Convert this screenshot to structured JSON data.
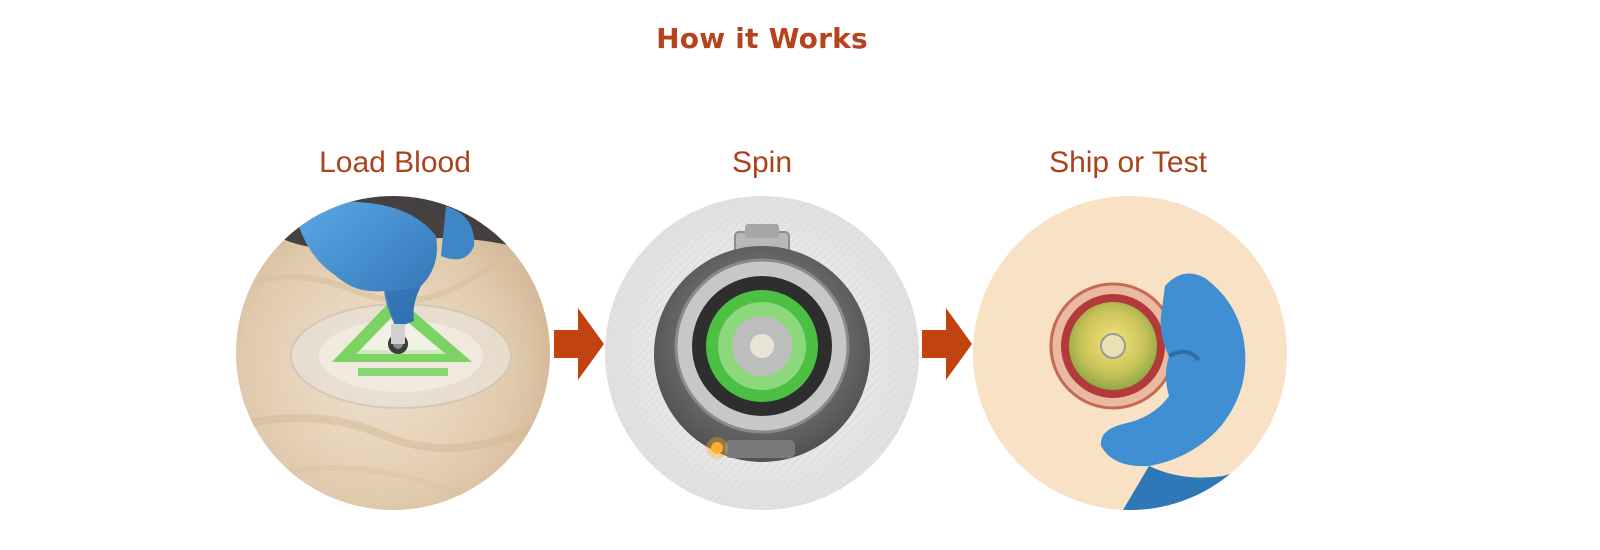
{
  "page": {
    "title": "How it Works"
  },
  "steps": [
    {
      "label": "Load Blood",
      "image": "blood-loading-photo"
    },
    {
      "label": "Spin",
      "image": "spin-device-photo"
    },
    {
      "label": "Ship or Test",
      "image": "sample-disc-photo"
    }
  ],
  "arrows": {
    "icon": "right-arrow-icon",
    "color": "#C1440E"
  },
  "colors": {
    "title": "#B5431C",
    "label": "#A9431C",
    "glove": "#3F8FD2",
    "accent_green": "#5CCB4A"
  }
}
